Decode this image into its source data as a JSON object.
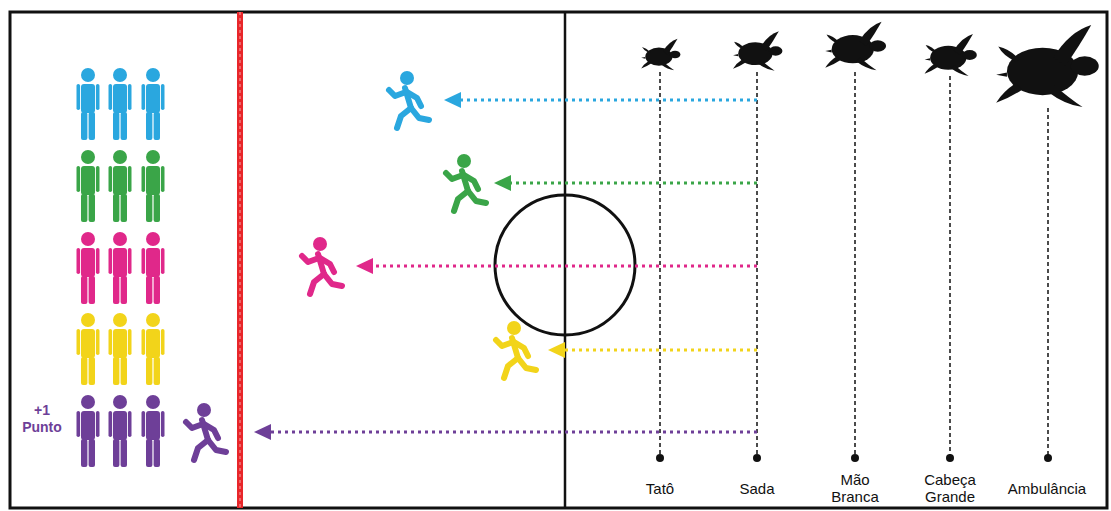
{
  "diagram": {
    "labels": [
      "+1 Punto",
      "Tatô",
      "Sada",
      "Mão Branca",
      "Cabeça Grande",
      "Ambulância"
    ]
  }
}
